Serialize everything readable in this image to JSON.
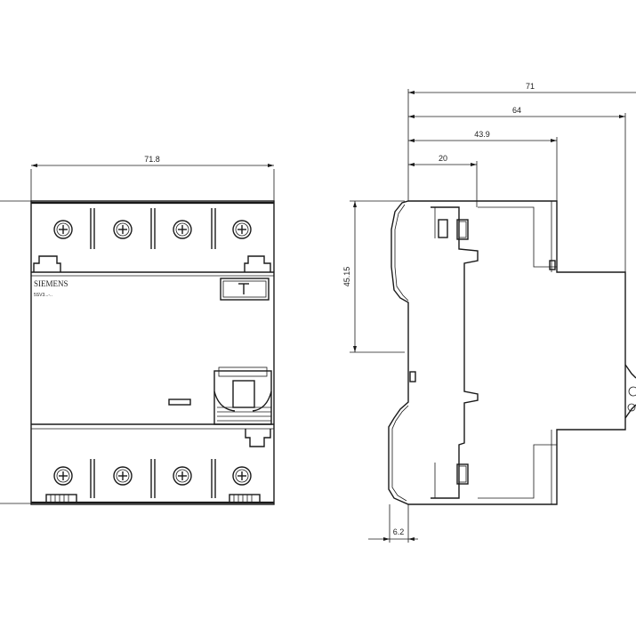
{
  "dimensions": {
    "front_width": "71.8",
    "side_overall": "71",
    "side_64": "64",
    "side_43_9": "43.9",
    "side_20": "20",
    "side_height": "45.15",
    "side_6_2": "6.2"
  },
  "front_label": {
    "brand": "SIEMENS",
    "model": "5SV3...-.."
  },
  "colors": {
    "line": "#1a1a1a",
    "background": "#ffffff"
  }
}
